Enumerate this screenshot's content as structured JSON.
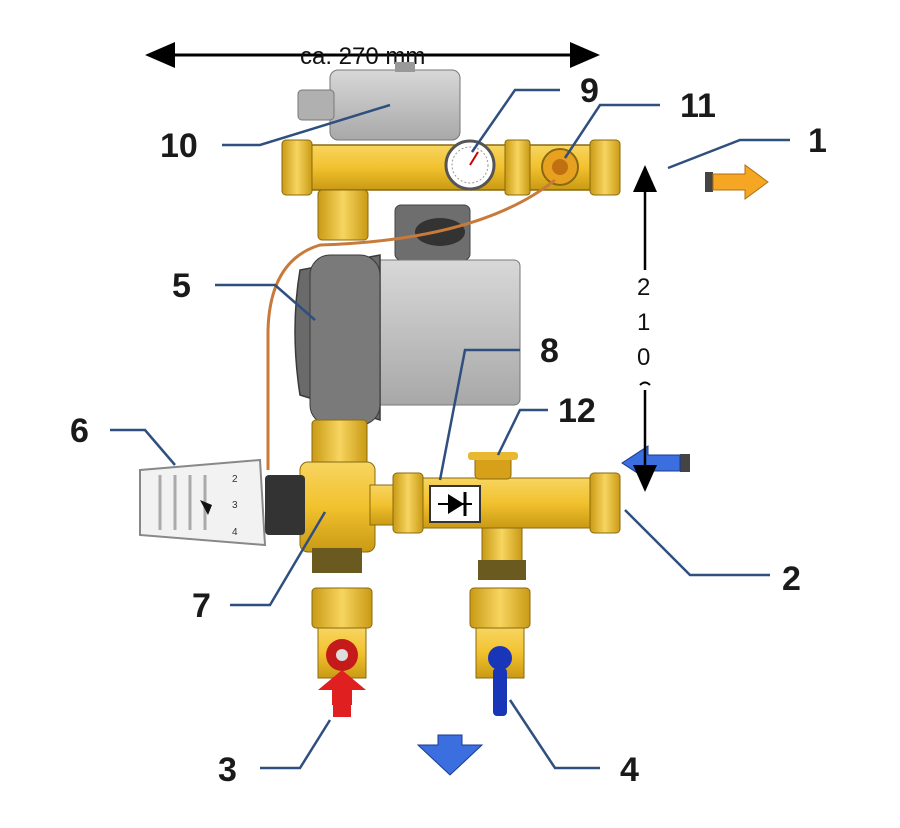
{
  "dimension": {
    "label": "ca. 270 mm"
  },
  "vertical_scale": {
    "chars": [
      "2",
      "1",
      "0"
    ]
  },
  "callouts": [
    {
      "id": "1",
      "label": "1"
    },
    {
      "id": "2",
      "label": "2"
    },
    {
      "id": "3",
      "label": "3"
    },
    {
      "id": "4",
      "label": "4"
    },
    {
      "id": "5",
      "label": "5"
    },
    {
      "id": "6",
      "label": "6"
    },
    {
      "id": "7",
      "label": "7"
    },
    {
      "id": "8",
      "label": "8"
    },
    {
      "id": "9",
      "label": "9"
    },
    {
      "id": "10",
      "label": "10"
    },
    {
      "id": "11",
      "label": "11"
    },
    {
      "id": "12",
      "label": "12"
    }
  ],
  "thermostat_scale": {
    "marks": [
      "2",
      "3",
      "4"
    ]
  },
  "colors": {
    "brass": "#f2c12e",
    "brass_dark": "#b8860b",
    "pump_grey": "#8c8c8c",
    "leader_blue": "#2f4f7f",
    "supply_orange": "#f5a623",
    "return_blue": "#3b6fe0",
    "valve_red": "#e02020",
    "valve_blue": "#2040c0"
  }
}
